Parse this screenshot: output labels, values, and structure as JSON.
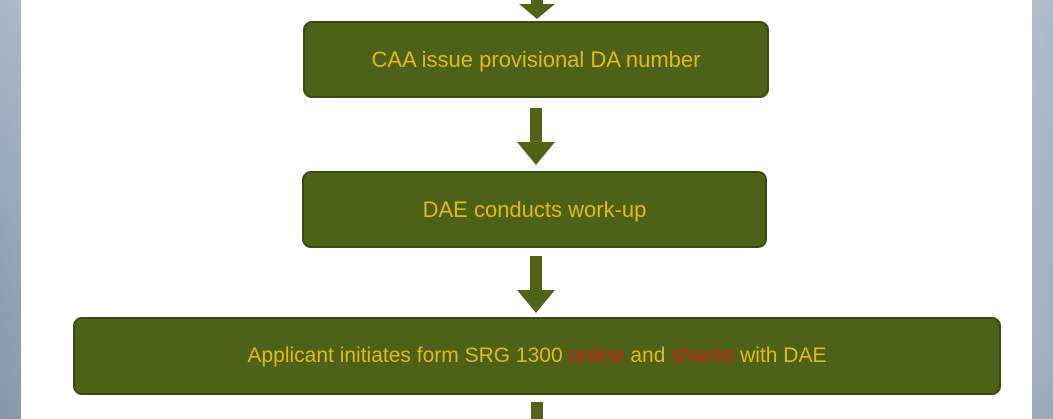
{
  "flowchart": {
    "steps": [
      {
        "text": "CAA issue provisional DA number"
      },
      {
        "text": "DAE conducts work-up"
      },
      {
        "parts": [
          {
            "text": "Applicant initiates form SRG 1300 "
          },
          {
            "text": "online"
          },
          {
            "text": " and "
          },
          {
            "text": "shares"
          },
          {
            "text": " with DAE"
          }
        ]
      }
    ],
    "colors": {
      "box_fill": "#4d6118",
      "box_border": "#3b4a10",
      "box_text": "#e2b81a",
      "highlight_text": "#d21d16",
      "arrow": "#4f6319",
      "panel": "#ffffff"
    }
  }
}
